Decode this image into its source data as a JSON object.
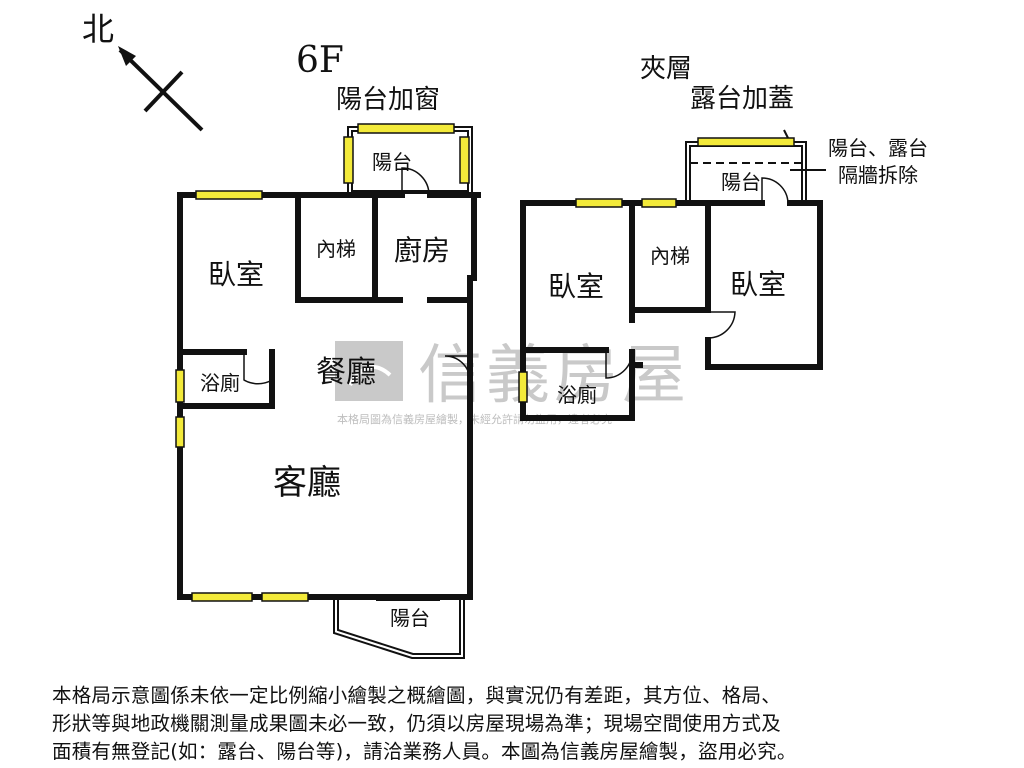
{
  "plan": {
    "north_label": "北",
    "level_label": "6F",
    "mezzanine_label": "夾層",
    "note_window": "陽台加窗",
    "note_cover": "露台加蓋",
    "note_removed_line1": "陽台、露台",
    "note_removed_line2": "隔牆拆除"
  },
  "rooms_6f": {
    "balcony_top": "陽台",
    "bedroom": "臥室",
    "stairs": "內梯",
    "kitchen": "廚房",
    "dining": "餐廳",
    "bathroom": "浴廁",
    "living": "客廳",
    "balcony_bottom": "陽台"
  },
  "rooms_mezz": {
    "balcony": "陽台",
    "bedroom_left": "臥室",
    "stairs": "內梯",
    "bedroom_right": "臥室",
    "bathroom": "浴廁"
  },
  "watermark": {
    "brand": "信義房屋",
    "notice": "本格局圖為信義房屋繪製，未經允許請勿盜用，違者必究"
  },
  "disclaimer": {
    "line1": "本格局示意圖係未依一定比例縮小繪製之概繪圖，與實況仍有差距，其方位、格局、",
    "line2": "形狀等與地政機關測量成果圖未必一致，仍須以房屋現場為準；現場空間使用方式及",
    "line3": "面積有無登記(如：露台、陽台等)，請洽業務人員。本圖為信義房屋繪製，盜用必究。"
  },
  "colors": {
    "wall": "#111111",
    "window_fill": "#f3ea3a",
    "watermark": "#c9c9c9"
  }
}
